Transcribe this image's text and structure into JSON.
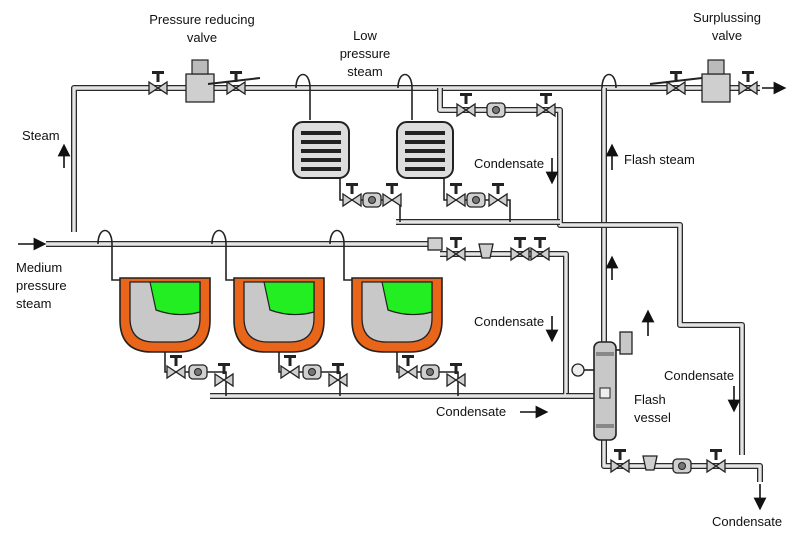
{
  "labels": {
    "pressure_reducing_line1": "Pressure reducing",
    "pressure_reducing_line2": "valve",
    "low_pressure_line1": "Low",
    "low_pressure_line2": "pressure",
    "low_pressure_line3": "steam",
    "surplussing_line1": "Surplussing",
    "surplussing_line2": "valve",
    "steam": "Steam",
    "medium_line1": "Medium",
    "medium_line2": "pressure",
    "medium_line3": "steam",
    "condensate_top": "Condensate",
    "flash_steam": "Flash steam",
    "condensate_mid": "Condensate",
    "condensate_right": "Condensate",
    "condensate_bottom": "Condensate",
    "condensate_exit": "Condensate",
    "flash_vessel_line1": "Flash",
    "flash_vessel_line2": "vessel"
  },
  "colors": {
    "pipe_outline": "#2a2a2a",
    "pipe_fill": "#e4e4e4",
    "jacket_orange": "#e8651a",
    "vessel_gray": "#c8c8c8",
    "product_green": "#22ee22",
    "background": "#ffffff"
  }
}
